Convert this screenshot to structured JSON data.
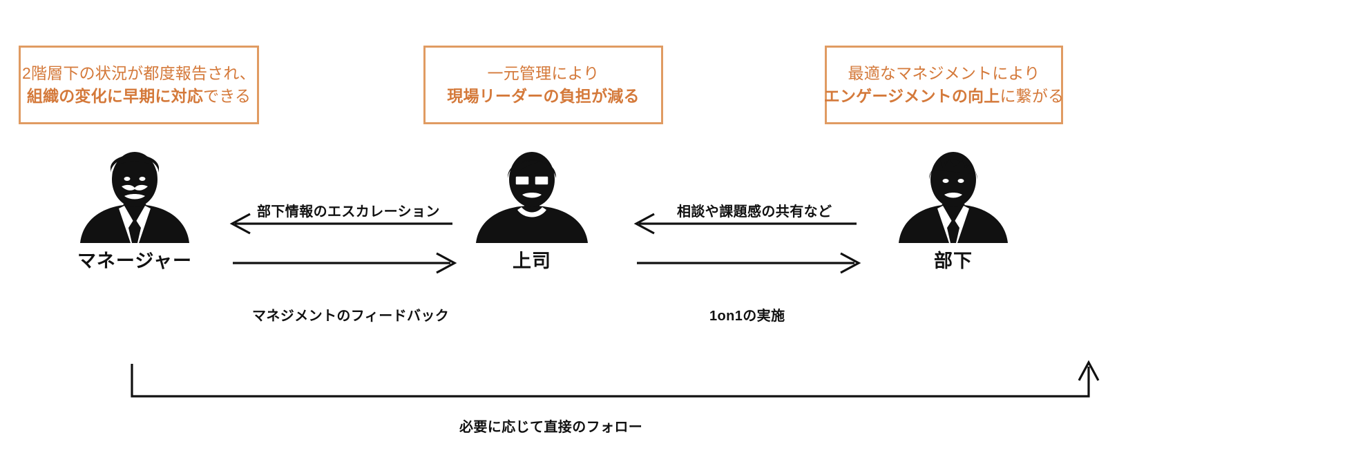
{
  "diagram": {
    "title": "Management reporting structure",
    "accent_color": "#e09b62",
    "accent_text_color": "#d4793a",
    "line_color": "#111111",
    "background": "#ffffff"
  },
  "callouts": [
    {
      "id": "callout-1",
      "line1": "2階層下の状況が都度報告され、",
      "line2_bold": "組織の変化に早期に対応",
      "line2_rest": "できる"
    },
    {
      "id": "callout-2",
      "line1": "一元管理により",
      "line2_bold": "現場リーダーの負担が減る",
      "line2_rest": ""
    },
    {
      "id": "callout-3",
      "line1": "最適なマネジメントにより",
      "line2_bold": "エンゲージメントの向上",
      "line2_rest": "に繋がる"
    }
  ],
  "people": [
    {
      "id": "person-manager",
      "name": "マネージャー",
      "icon": "person-manager-icon"
    },
    {
      "id": "person-boss",
      "name": "上司",
      "icon": "person-boss-icon"
    },
    {
      "id": "person-member",
      "name": "部下",
      "icon": "person-subordinate-icon"
    }
  ],
  "arrows": [
    {
      "id": "escalation",
      "label": "部下情報のエスカレーション",
      "direction": "right-to-left",
      "from": "上司",
      "to": "マネージャー"
    },
    {
      "id": "feedback",
      "label": "マネジメントのフィードバック",
      "direction": "left-to-right",
      "from": "マネージャー",
      "to": "上司"
    },
    {
      "id": "share",
      "label": "相談や課題感の共有など",
      "direction": "right-to-left",
      "from": "部下",
      "to": "上司"
    },
    {
      "id": "oneonone",
      "label": "1on1の実施",
      "direction": "left-to-right",
      "from": "上司",
      "to": "部下"
    },
    {
      "id": "follow",
      "label": "必要に応じて直接のフォロー",
      "direction": "left-to-right-loop",
      "from": "マネージャー",
      "to": "部下"
    }
  ]
}
